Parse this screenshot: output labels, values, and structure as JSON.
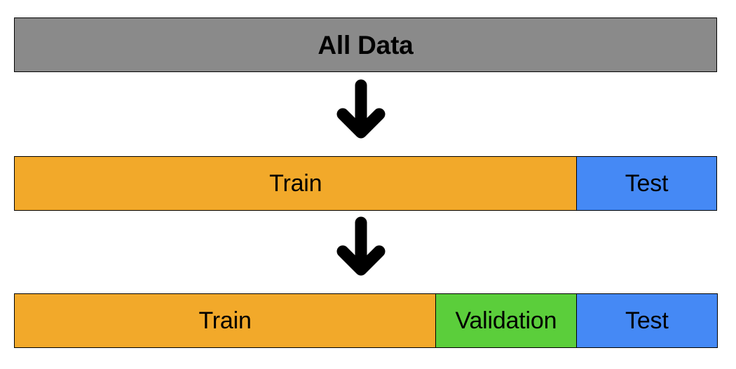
{
  "diagram": {
    "title": "All Data split into Train / Validation / Test",
    "background_color": "#ffffff",
    "border_color": "#000000",
    "colors": {
      "all_data_gray": "#8a8a8a",
      "train_orange": "#f2a92a",
      "validation_green": "#5bce3b",
      "test_blue": "#4589f5",
      "arrow_black": "#000000"
    },
    "rows": [
      {
        "id": "all-data",
        "segments": [
          {
            "label": "All Data",
            "color": "#8a8a8a",
            "fraction": 1.0,
            "bold": true
          }
        ]
      },
      {
        "id": "train-test",
        "segments": [
          {
            "label": "Train",
            "color": "#f2a92a",
            "fraction": 0.8,
            "bold": false
          },
          {
            "label": "Test",
            "color": "#4589f5",
            "fraction": 0.2,
            "bold": false
          }
        ]
      },
      {
        "id": "train-validation-test",
        "segments": [
          {
            "label": "Train",
            "color": "#f2a92a",
            "fraction": 0.6,
            "bold": false
          },
          {
            "label": "Validation",
            "color": "#5bce3b",
            "fraction": 0.2,
            "bold": false
          },
          {
            "label": "Test",
            "color": "#4589f5",
            "fraction": 0.2,
            "bold": false
          }
        ]
      }
    ],
    "arrows": [
      {
        "id": "arrow-1",
        "direction": "down",
        "icon": "arrow-down-icon"
      },
      {
        "id": "arrow-2",
        "direction": "down",
        "icon": "arrow-down-icon"
      }
    ]
  }
}
